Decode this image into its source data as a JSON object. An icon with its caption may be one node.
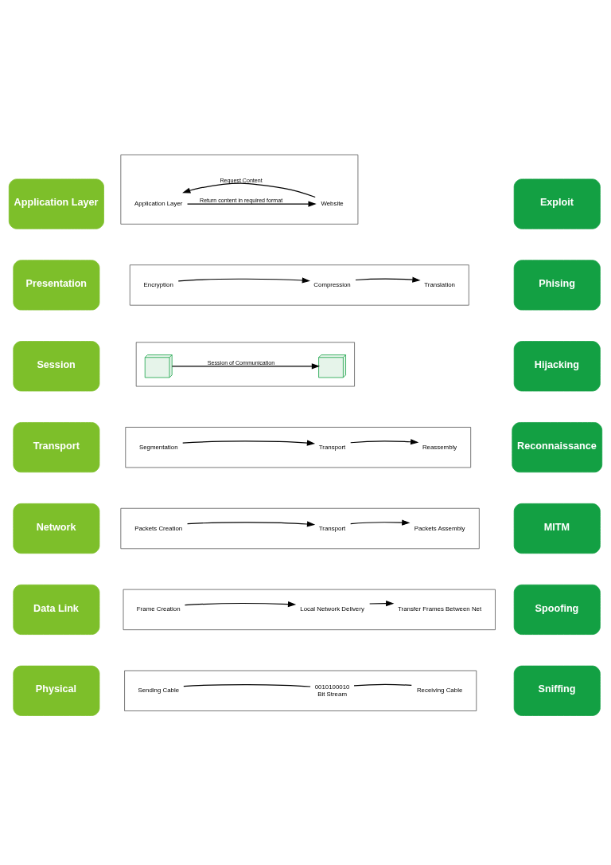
{
  "diagram": {
    "nodes": [
      {
        "text": [
          "Application Layer"
        ]
      },
      {
        "text": [],
        "shape": "box"
      },
      {
        "text": [
          "Application Layer"
        ],
        "in": 1
      },
      {
        "text": [
          "Website"
        ],
        "in": 1
      },
      {
        "text": [
          "Exploit"
        ]
      },
      {
        "text": [
          "Presentation"
        ]
      },
      {
        "text": [],
        "shape": "box"
      },
      {
        "text": [
          "Encryption"
        ],
        "in": 6
      },
      {
        "text": [
          "Compression"
        ],
        "in": 6
      },
      {
        "text": [
          "Translation"
        ],
        "in": 6
      },
      {
        "text": [
          "Phising"
        ]
      },
      {
        "text": [
          "Session"
        ]
      },
      {
        "text": [],
        "shape": "box"
      },
      {
        "text": [],
        "shape": "picture",
        "in": 12
      },
      {
        "text": [],
        "shape": "picture",
        "in": 12
      },
      {
        "text": [
          "Hijacking"
        ]
      },
      {
        "text": [
          "Transport"
        ]
      },
      {
        "text": [],
        "shape": "box"
      },
      {
        "text": [
          "Segmentation"
        ],
        "in": 17
      },
      {
        "text": [
          "Transport"
        ],
        "in": 17
      },
      {
        "text": [
          "Reassembly"
        ],
        "in": 17
      },
      {
        "text": [
          "Reconnaissance"
        ]
      },
      {
        "text": [
          "Network"
        ]
      },
      {
        "text": [],
        "shape": "box"
      },
      {
        "text": [
          "Packets Creation"
        ],
        "in": 23
      },
      {
        "text": [
          "Transport"
        ],
        "in": 23
      },
      {
        "text": [
          "Packets Assembly"
        ],
        "in": 23
      },
      {
        "text": [
          "MITM"
        ]
      },
      {
        "text": [
          "Data Link"
        ]
      },
      {
        "text": [],
        "shape": "box"
      },
      {
        "text": [
          "Frame Creation"
        ],
        "in": 29
      },
      {
        "text": [
          "Local Network Delivery"
        ],
        "in": 29
      },
      {
        "text": [
          "Transfer Frames Between Net"
        ],
        "in": 29
      },
      {
        "text": [
          "Spoofing"
        ]
      },
      {
        "text": [
          "Physical"
        ]
      },
      {
        "text": [],
        "shape": "box"
      },
      {
        "text": [
          "Sending Cable"
        ],
        "in": 35
      },
      {
        "text": [
          "0010100010",
          "Bit Stream"
        ],
        "in": 35
      },
      {
        "text": [
          "Receiving Cable"
        ],
        "in": 35
      },
      {
        "text": [
          "Sniffing"
        ]
      }
    ],
    "edges": [
      {
        "from": 3,
        "to": 2,
        "arrow": "to",
        "label": "Request Content"
      },
      {
        "from": 2,
        "to": 3,
        "arrow": "to",
        "label": "Return content in required format"
      },
      {
        "from": 7,
        "to": 8,
        "arrow": "to"
      },
      {
        "from": 8,
        "to": 9,
        "arrow": "to"
      },
      {
        "from": 13,
        "to": 14,
        "arrow": "to",
        "label": "Session of Communication"
      },
      {
        "from": 18,
        "to": 19,
        "arrow": "to"
      },
      {
        "from": 19,
        "to": 20,
        "arrow": "to"
      },
      {
        "from": 24,
        "to": 25,
        "arrow": "to"
      },
      {
        "from": 25,
        "to": 26,
        "arrow": "to"
      },
      {
        "from": 30,
        "to": 31,
        "arrow": "to"
      },
      {
        "from": 31,
        "to": 32,
        "arrow": "to"
      },
      {
        "from": 36,
        "to": 37,
        "arrow": "none"
      },
      {
        "from": 37,
        "to": 38,
        "arrow": "none"
      }
    ]
  }
}
